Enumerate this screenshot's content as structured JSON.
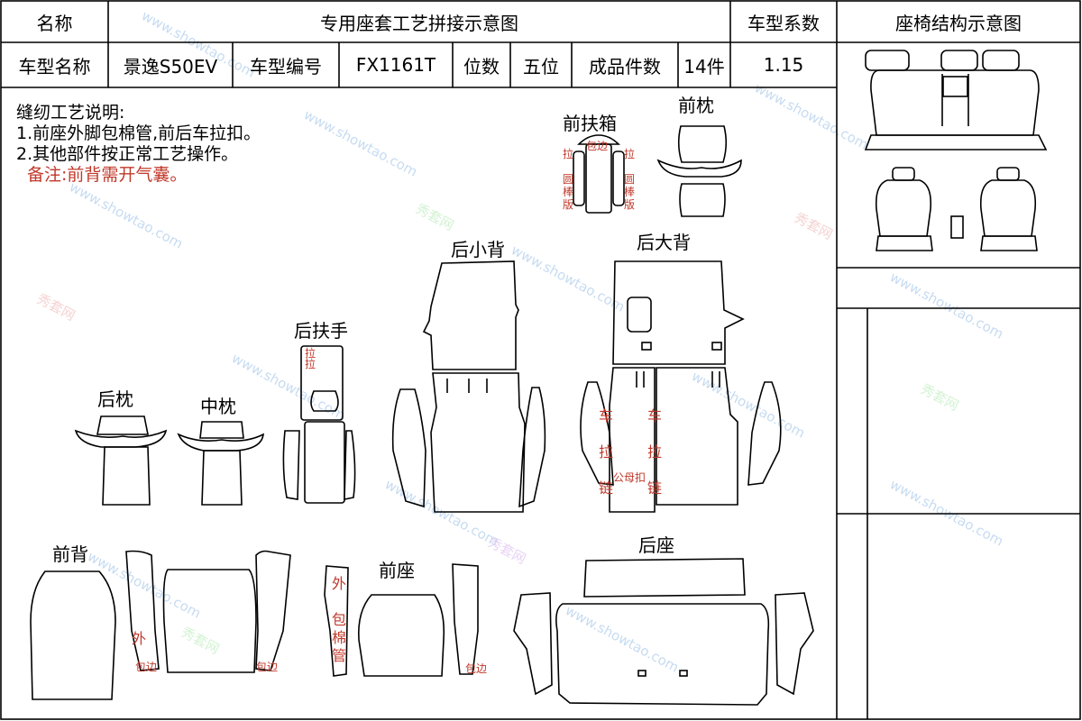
{
  "header": {
    "name_label": "名称",
    "title": "专用座套工艺拼接示意图",
    "coef_label": "车型系数",
    "diagram_label": "座椅结构示意图"
  },
  "row2": {
    "model_name_label": "车型名称",
    "model_name": "景逸S50EV",
    "model_code_label": "车型编号",
    "model_code": "FX1161T",
    "seats_label": "位数",
    "seats": "五位",
    "pieces_label": "成品件数",
    "pieces": "14件",
    "coef": "1.15"
  },
  "notes": {
    "title": "缝纫工艺说明:",
    "line1": "1.前座外脚包棉管,前后车拉扣。",
    "line2": "2.其他部件按正常工艺操作。",
    "remark": "备注:前背需开气囊。"
  },
  "parts": {
    "front_armrest": "前扶箱",
    "front_headrest": "前枕",
    "rear_small_back": "后小背",
    "rear_big_back": "后大背",
    "rear_armrest": "后扶手",
    "rear_headrest": "后枕",
    "mid_headrest": "中枕",
    "front_back": "前背",
    "front_seat": "前座",
    "rear_seat": "后座"
  },
  "marks": {
    "wrap_edge": "包边",
    "pull": "拉",
    "round_seal": "圆",
    "seal2": "棒",
    "seal3": "版",
    "outer": "外",
    "wrap": "包",
    "cotton": "棉",
    "tube": "管",
    "car": "车",
    "zipper": "链",
    "snap": "公母扣",
    "wrap_edge_left": "包边",
    "wrap_edge_right": "包边",
    "wrap_edge_seat": "包边",
    "zip_small": "拉",
    "zip_small2": "拉"
  },
  "watermark": {
    "text": "www.showtao.com",
    "brand": "秀套网"
  }
}
